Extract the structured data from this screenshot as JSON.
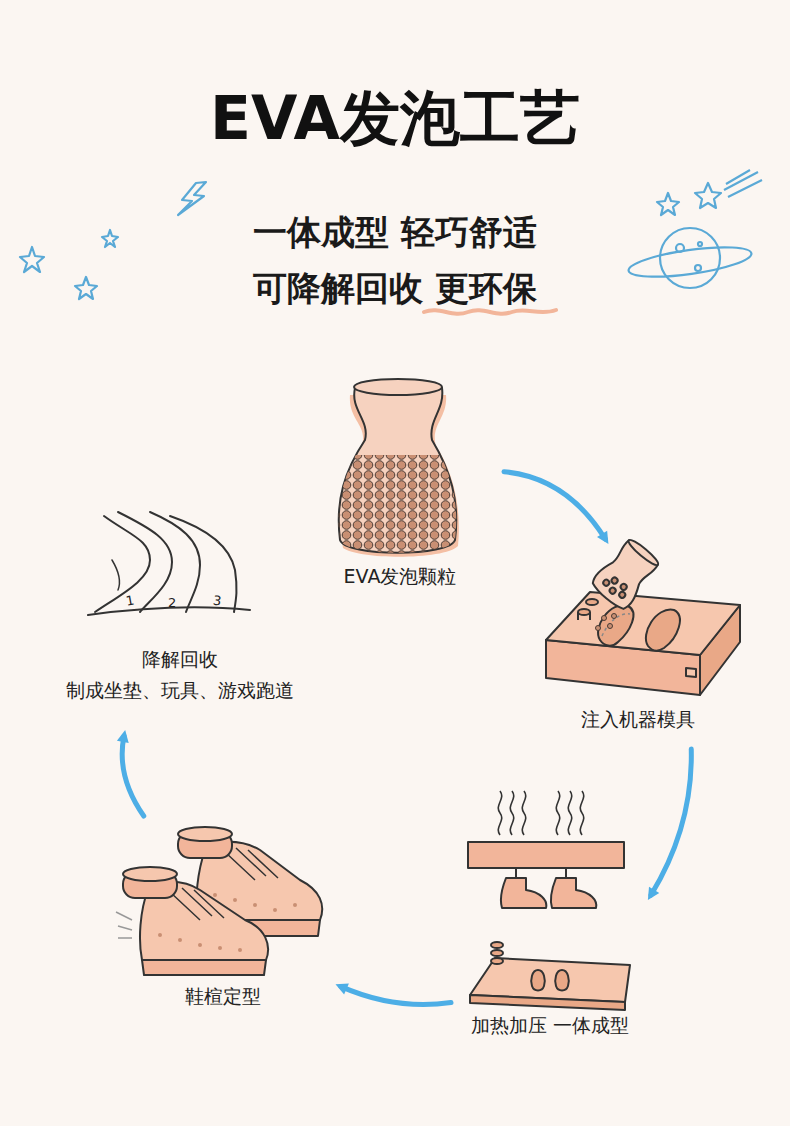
{
  "diagram": {
    "title": "EVA发泡工艺",
    "nodes": [
      {
        "text": [
          "EVA发泡颗粒"
        ]
      },
      {
        "text": [
          "注入机器模具"
        ]
      },
      {
        "text": [
          "加热加压 一体成型"
        ]
      },
      {
        "text": [
          "鞋楦定型"
        ]
      },
      {
        "text": [
          "降解回收",
          "制成坐垫、玩具、游戏跑道"
        ]
      }
    ],
    "edges": [
      {
        "from": 0,
        "to": 1,
        "arrow": "to"
      },
      {
        "from": 1,
        "to": 2,
        "arrow": "to"
      },
      {
        "from": 2,
        "to": 3,
        "arrow": "to"
      },
      {
        "from": 3,
        "to": 4,
        "arrow": "to"
      }
    ],
    "labels": [
      "一体成型 轻巧舒适",
      "可降解回收 更环保",
      "1",
      "2",
      "3"
    ]
  }
}
